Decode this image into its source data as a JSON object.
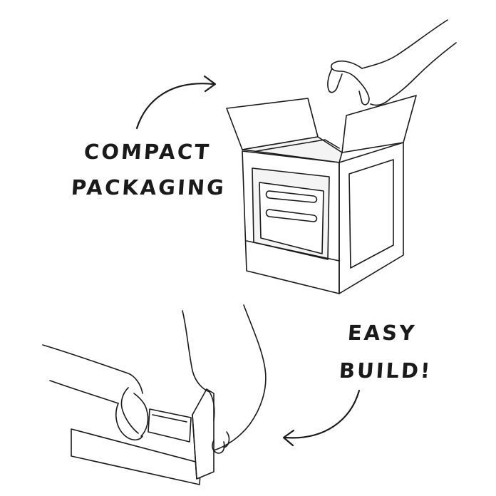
{
  "illustration": {
    "caption_compact": "COMPACT",
    "caption_packaging": "PACKAGING",
    "caption_easy": "EASY",
    "caption_build": "BUILD!",
    "ink_color": "#1a1a1a",
    "background_color": "#ffffff",
    "icons": [
      "arrow-icon",
      "box-icon",
      "hand-icon"
    ]
  }
}
